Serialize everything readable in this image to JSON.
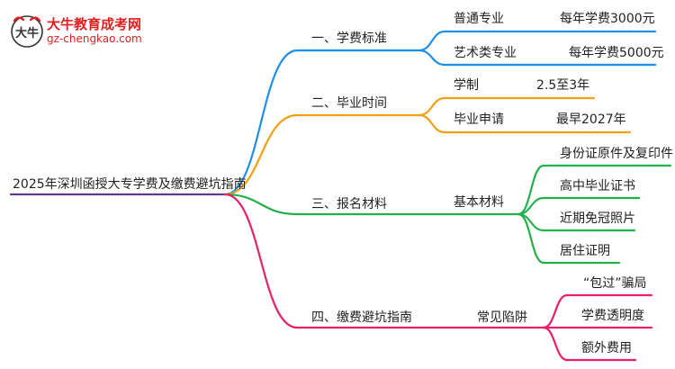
{
  "logo": {
    "title": "大牛教育成考网",
    "url": "gz-chengkao.com",
    "mark_text": "大牛"
  },
  "root": "2025年深圳函授大专学费及缴费避坑指南",
  "colors": {
    "root_line": "#5a3a9a",
    "branch1": "#1e8fe6",
    "branch2": "#f0a010",
    "branch3": "#22b04a",
    "branch4": "#e8206a",
    "logo_red": "#e02020"
  },
  "branches": [
    {
      "label": "一、学费标准",
      "children": [
        {
          "label": "普通专业",
          "value": "每年学费3000元"
        },
        {
          "label": "艺术类专业",
          "value": "每年学费5000元"
        }
      ]
    },
    {
      "label": "二、毕业时间",
      "children": [
        {
          "label": "学制",
          "value": "2.5至3年"
        },
        {
          "label": "毕业申请",
          "value": "最早2027年"
        }
      ]
    },
    {
      "label": "三、报名材料",
      "mid": "基本材料",
      "leaves": [
        "身份证原件及复印件",
        "高中毕业证书",
        "近期免冠照片",
        "居住证明"
      ]
    },
    {
      "label": "四、缴费避坑指南",
      "mid": "常见陷阱",
      "leaves": [
        "“包过”骗局",
        "学费透明度",
        "额外费用"
      ]
    }
  ]
}
